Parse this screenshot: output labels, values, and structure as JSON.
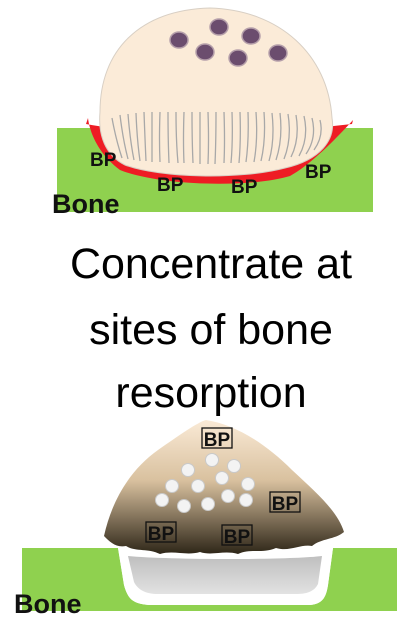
{
  "top_panel": {
    "bone_label": "Bone",
    "bp_labels": [
      "BP",
      "BP",
      "BP",
      "BP"
    ],
    "colors": {
      "bone": "#8fd14f",
      "ruffled_border": "#ee1c24",
      "cell": "#fbebd8",
      "nucleus": "#6b4d6e"
    }
  },
  "caption": {
    "lines": [
      "Concentrate at",
      "sites of bone",
      "resorption"
    ]
  },
  "bottom_panel": {
    "bone_label": "Bone",
    "bp_labels": [
      "BP",
      "BP",
      "BP",
      "BP"
    ],
    "colors": {
      "bone": "#8fd14f",
      "pit": "#c8c8c8",
      "cell_top": "#f9e3c6",
      "cell_bottom": "#3a3020",
      "vesicle": "#f2f2f2"
    }
  }
}
